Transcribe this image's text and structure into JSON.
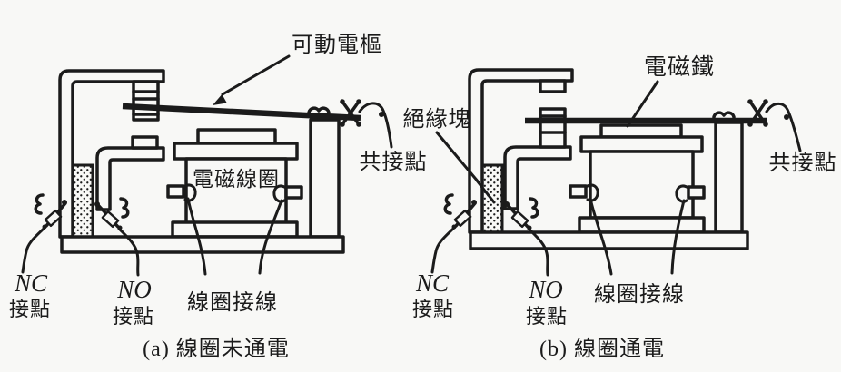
{
  "figure": {
    "colors": {
      "ink": "#1b1b1b",
      "paper": "#f8f8f6"
    },
    "diagram_a": {
      "caption": "(a) 線圈未通電",
      "labels": {
        "movable_armature": "可動電樞",
        "coil": "電磁線圈",
        "common_contact": "共接點",
        "nc_abbr": "NC",
        "nc_word": "接點",
        "no_abbr": "NO",
        "no_word": "接點",
        "coil_wiring": "線圈接線"
      }
    },
    "diagram_b": {
      "caption": "(b) 線圈通電",
      "labels": {
        "electromagnet": "電磁鐵",
        "insulation_block": "絕緣塊",
        "common_contact": "共接點",
        "nc_abbr": "NC",
        "nc_word": "接點",
        "no_abbr": "NO",
        "no_word": "接點",
        "coil_wiring": "線圈接線"
      }
    }
  }
}
